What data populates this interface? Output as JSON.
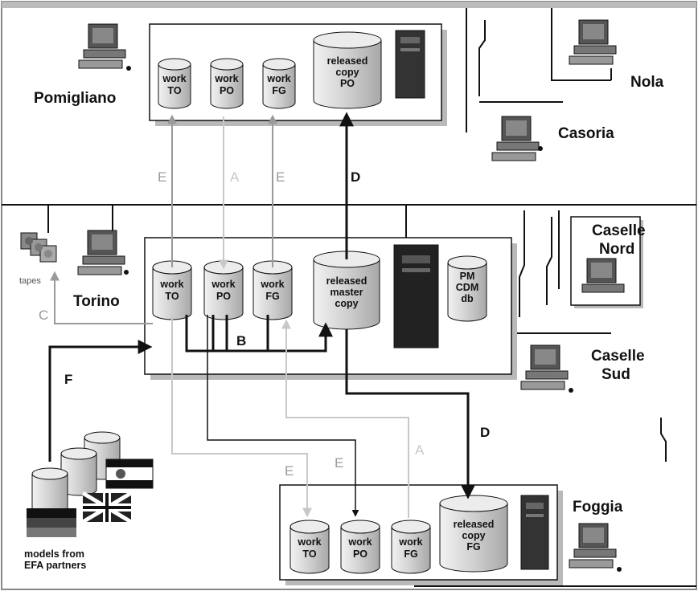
{
  "sites": {
    "pomigliano": "Pomigliano",
    "nola": "Nola",
    "casoria": "Casoria",
    "torino": "Torino",
    "caselle_nord": [
      "Caselle",
      "Nord"
    ],
    "caselle_sud": [
      "Caselle",
      "Sud"
    ],
    "foggia": "Foggia"
  },
  "databases": {
    "pom_work_to": [
      "work",
      "TO"
    ],
    "pom_work_po": [
      "work",
      "PO"
    ],
    "pom_work_fg": [
      "work",
      "FG"
    ],
    "pom_released": [
      "released",
      "copy",
      "PO"
    ],
    "tor_work_to": [
      "work",
      "TO"
    ],
    "tor_work_po": [
      "work",
      "PO"
    ],
    "tor_work_fg": [
      "work",
      "FG"
    ],
    "tor_released": [
      "released",
      "master",
      "copy"
    ],
    "tor_pm": [
      "PM",
      "CDM",
      "db"
    ],
    "fog_work_to": [
      "work",
      "TO"
    ],
    "fog_work_po": [
      "work",
      "PO"
    ],
    "fog_work_fg": [
      "work",
      "FG"
    ],
    "fog_released": [
      "released",
      "copy",
      "FG"
    ]
  },
  "flows": {
    "e_pom_to": "E",
    "a_pom_po": "A",
    "e_pom_fg": "E",
    "d_pom": "D",
    "b_torino": "B",
    "c_tapes": "C",
    "f_partners": "F",
    "e_fog_to": "E",
    "e_fog_po": "E",
    "a_fog_fg": "A",
    "d_fog": "D"
  },
  "tapes_label": "tapes",
  "partners_label": [
    "models from",
    "EFA partners"
  ],
  "colors": {
    "dark": "#111111",
    "gray": "#9a9a9a",
    "light": "#c8c8c8",
    "box_fill": "#ffffff",
    "shadow": "#b9b9b9",
    "db_fill": "#d9d9d9"
  }
}
